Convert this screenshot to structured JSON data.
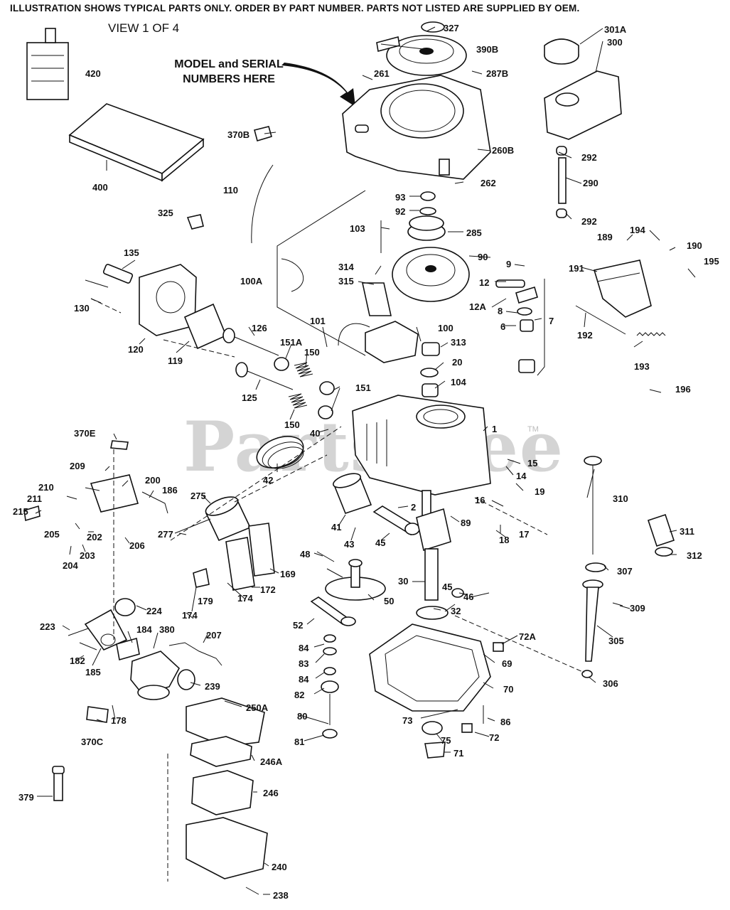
{
  "header": {
    "notice": "ILLUSTRATION SHOWS TYPICAL PARTS ONLY. ORDER BY PART NUMBER. PARTS NOT LISTED ARE SUPPLIED BY OEM.",
    "view": "VIEW 1 OF 4"
  },
  "callout": {
    "line1": "MODEL and SERIAL",
    "line2": "NUMBERS HERE"
  },
  "watermark": {
    "text": "PartsTree",
    "tm": "TM"
  },
  "parts": {
    "p327": "327",
    "p390B": "390B",
    "p287B": "287B",
    "p261": "261",
    "p301A": "301A",
    "p300": "300",
    "p420": "420",
    "p400": "400",
    "p370B": "370B",
    "p260B": "260B",
    "p262": "262",
    "p292a": "292",
    "p290": "290",
    "p292b": "292",
    "p110": "110",
    "p93": "93",
    "p92": "92",
    "p325": "325",
    "p103": "103",
    "p285": "285",
    "p194": "194",
    "p189": "189",
    "p190": "190",
    "p135": "135",
    "p314": "314",
    "p90": "90",
    "p9": "9",
    "p191": "191",
    "p195": "195",
    "p100A": "100A",
    "p315": "315",
    "p12": "12",
    "p130": "130",
    "p12A": "12A",
    "p8": "8",
    "p101": "101",
    "p7": "7",
    "p6": "6",
    "p192": "192",
    "p126": "126",
    "p100": "100",
    "p120": "120",
    "p151A": "151A",
    "p313": "313",
    "p119": "119",
    "p150a": "150",
    "p20": "20",
    "p193": "193",
    "p104": "104",
    "p125": "125",
    "p151": "151",
    "p196": "196",
    "p150b": "150",
    "p40": "40",
    "p1": "1",
    "p370E": "370E",
    "p15": "15",
    "p42": "42",
    "p14": "14",
    "p209": "209",
    "p200": "200",
    "p310": "310",
    "p19": "19",
    "p210": "210",
    "p186": "186",
    "p211": "211",
    "p275": "275",
    "p16": "16",
    "p215": "215",
    "p2": "2",
    "p205": "205",
    "p202": "202",
    "p41": "41",
    "p89": "89",
    "p311": "311",
    "p206": "206",
    "p203": "203",
    "p277": "277",
    "p43": "43",
    "p45a": "45",
    "p17": "17",
    "p18": "18",
    "p312": "312",
    "p204": "204",
    "p48": "48",
    "p169": "169",
    "p307": "307",
    "p172": "172",
    "p174a": "174",
    "p30": "30",
    "p45b": "45",
    "p46": "46",
    "p179": "179",
    "p224": "224",
    "p174b": "174",
    "p50": "50",
    "p309": "309",
    "p32": "32",
    "p223": "223",
    "p52": "52",
    "p184": "184",
    "p380": "380",
    "p207": "207",
    "p305": "305",
    "p72A": "72A",
    "p84a": "84",
    "p182": "182",
    "p185": "185",
    "p69": "69",
    "p83": "83",
    "p84b": "84",
    "p239": "239",
    "p306": "306",
    "p70": "70",
    "p82": "82",
    "p250A": "250A",
    "p178": "178",
    "p80": "80",
    "p73": "73",
    "p86": "86",
    "p370C": "370C",
    "p75": "75",
    "p72": "72",
    "p81": "81",
    "p71": "71",
    "p246A": "246A",
    "p379": "379",
    "p246": "246",
    "p240": "240",
    "p238": "238"
  }
}
